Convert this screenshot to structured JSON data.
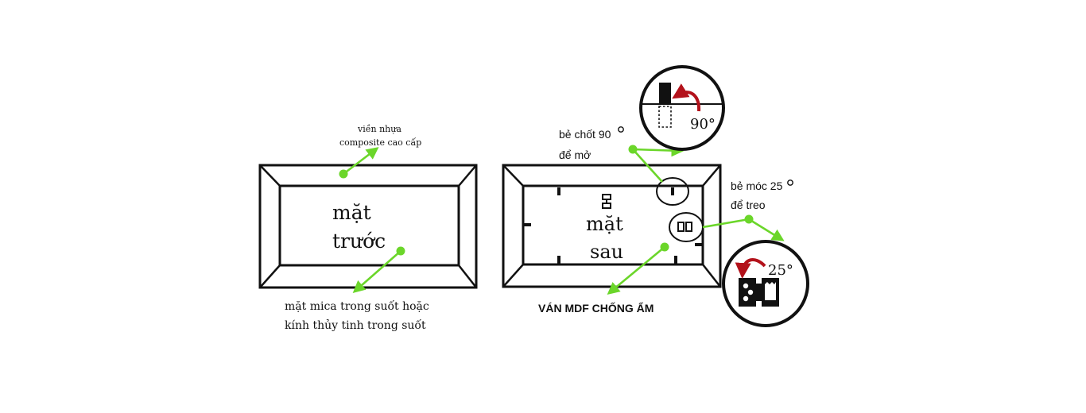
{
  "colors": {
    "accent": "#6BD62A",
    "ink": "#111111",
    "rotate_arrow": "#B3121B"
  },
  "front_panel": {
    "label_line1": "mặt",
    "label_line2": "trước",
    "border_callout_line1": "viền nhựa",
    "border_callout_line2": "composite cao cấp",
    "surface_callout_line1": "mặt mica trong suốt hoặc",
    "surface_callout_line2": "kính thủy tinh trong suốt"
  },
  "back_panel": {
    "label_line1": "mặt",
    "label_line2": "sau",
    "board_callout": "VÁN MDF CHỐNG ẨM",
    "latch_callout_line1": "bẻ chốt 90",
    "latch_callout_line2": "để mở",
    "hook_callout_line1": "bẻ móc 25",
    "hook_callout_line2": "để treo"
  },
  "detail_latch": {
    "angle_label": "90°"
  },
  "detail_hook": {
    "angle_label": "25°"
  },
  "icons": [
    "latch-detail-icon",
    "hook-detail-icon",
    "rotate-arrow-icon",
    "degree-icon"
  ]
}
